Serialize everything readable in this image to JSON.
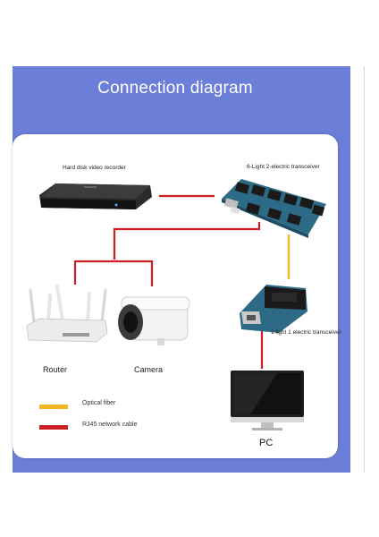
{
  "title": "Connection diagram",
  "devices": {
    "dvr": "Hard disk video recorder",
    "transceiver6": "6-Light 2-electric transceiver",
    "transceiver1": "1 light 1 electric transceiver",
    "router": "Router",
    "camera": "Camera",
    "pc": "PC"
  },
  "legend": {
    "fiber": "Optical fiber",
    "rj45": "RJ45 network cable"
  },
  "colors": {
    "panel": "#6b7ed8",
    "fiber": "#f2b526",
    "rj45": "#cc1f24"
  }
}
